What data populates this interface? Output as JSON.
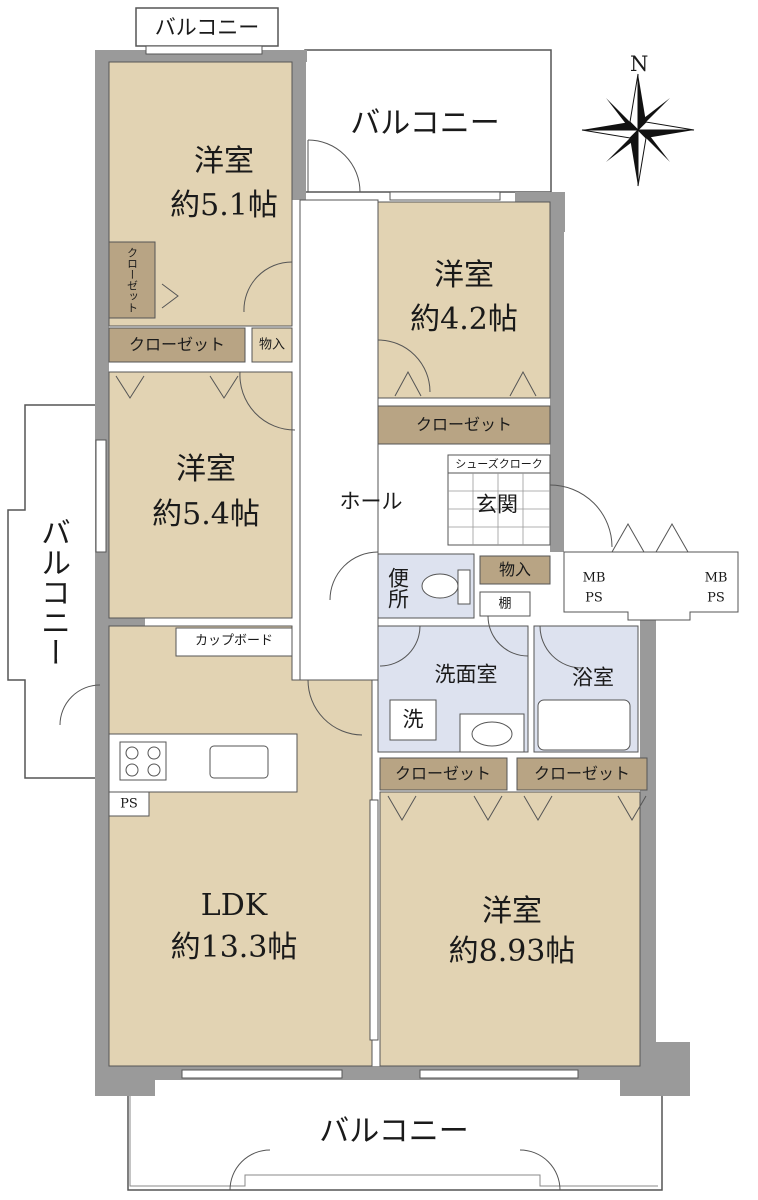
{
  "compass": {
    "north_label": "N",
    "icon": "compass-rose-icon"
  },
  "colors": {
    "room": "#e2d3b3",
    "closet": "#b8a484",
    "wet_area": "#dde2ef",
    "wall": "#9a9a9a",
    "outline": "#555555",
    "text": "#1a1a1a"
  },
  "balconies": {
    "top_small": "バルコニー",
    "top_main": "バルコニー",
    "left": "バルコニー",
    "bottom": "バルコニー"
  },
  "rooms": {
    "western_1": {
      "name": "洋室",
      "size": "約5.1帖"
    },
    "western_2": {
      "name": "洋室",
      "size": "約4.2帖"
    },
    "western_3": {
      "name": "洋室",
      "size": "約5.4帖"
    },
    "western_4": {
      "name": "洋室",
      "size": "約8.93帖"
    },
    "ldk": {
      "name": "LDK",
      "size": "約13.3帖"
    },
    "hall": "ホール",
    "entrance": "玄関",
    "toilet": "便所",
    "washroom": "洗面室",
    "bathroom": "浴室"
  },
  "storage": {
    "closet_small_vertical": "クローゼット",
    "closet_1": "クローゼット",
    "storage_1": "物入",
    "closet_2": "クローゼット",
    "shoes_closet": "シューズクローク",
    "storage_2": "物入",
    "shelf": "棚",
    "cupboard": "カップボード",
    "closet_3": "クローゼット",
    "closet_4": "クローゼット"
  },
  "fixtures": {
    "mbps_1_line1": "MB",
    "mbps_1_line2": "PS",
    "mbps_2_line1": "MB",
    "mbps_2_line2": "PS",
    "ps": "PS",
    "washer": "洗"
  }
}
